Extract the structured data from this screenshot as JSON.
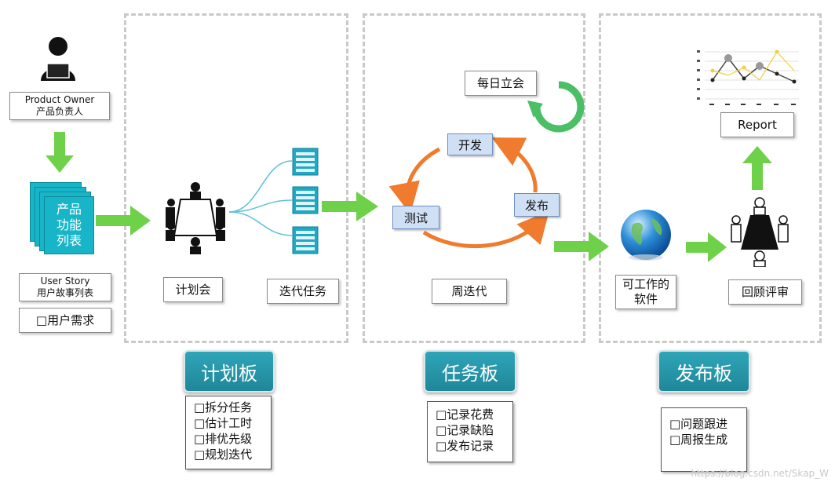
{
  "left": {
    "owner_en": "Product Owner",
    "owner_cn": "产品负责人",
    "backlog_l1": "产品",
    "backlog_l2": "功能",
    "backlog_l3": "列表",
    "story_en": "User Story",
    "story_cn": "用户故事列表",
    "req": "□用户需求"
  },
  "plan": {
    "meeting": "计划会",
    "tasks": "迭代任务",
    "board": "计划板",
    "items": [
      "□拆分任务",
      "□估计工时",
      "□排优先级",
      "□规划迭代"
    ]
  },
  "task": {
    "standup": "每日立会",
    "dev": "开发",
    "test": "测试",
    "release": "发布",
    "iteration": "周迭代",
    "board": "任务板",
    "items": [
      "□记录花费",
      "□记录缺陷",
      "□发布记录"
    ]
  },
  "release": {
    "report": "Report",
    "software_l1": "可工作的",
    "software_l2": "软件",
    "review": "回顾评审",
    "board": "发布板",
    "items": [
      "□问题跟进",
      "□周报生成"
    ]
  },
  "watermark": "https://blog.csdn.net/Skap_W",
  "colors": {
    "arrow_green": "#6fd14a",
    "cycle_orange": "#f07a2d",
    "board_teal": "#2196a8"
  }
}
